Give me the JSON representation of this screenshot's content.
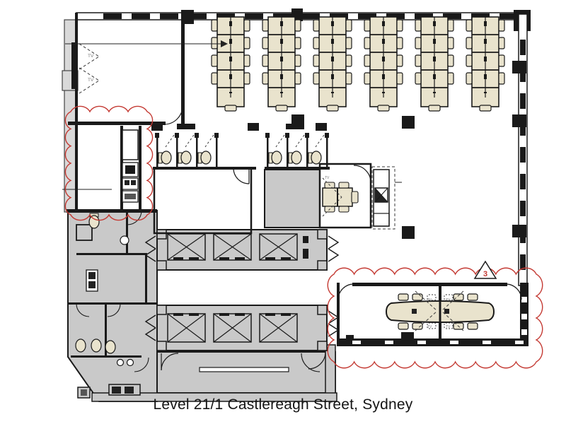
{
  "caption": "Level 21/1 Castlereagh Street, Sydney",
  "annotations": {
    "revision_triangle_number": "3",
    "tv_label": "TV"
  },
  "inventory": {
    "long_tables": 6,
    "seats_per_long_table": 9,
    "lift_banks": 2,
    "lifts_per_bank": 3,
    "stall_groups": 2,
    "stalls_per_group": 3,
    "boardroom_chairs": 8,
    "meeting_room_chairs": 5
  },
  "colors": {
    "wall": "#1a1a1a",
    "core_fill": "#c9c9c9",
    "outer_strip": "#d9d9d9",
    "furniture_fill": "#e9e3cd",
    "revision_red": "#c43a33",
    "dash_gray": "#3a3a3a",
    "tiny_label_gray": "#7a7a7a",
    "background": "#ffffff"
  }
}
